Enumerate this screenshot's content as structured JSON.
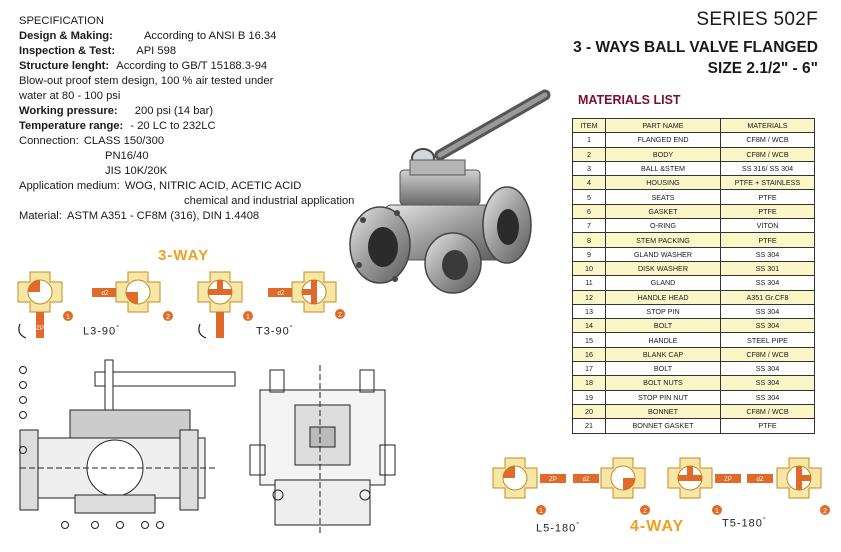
{
  "header": {
    "series": "SERIES 502F",
    "title_line1": "3 - WAYS BALL VALVE FLANGED",
    "title_line2": "SIZE 2.1/2\" - 6\""
  },
  "spec": {
    "heading": "SPECIFICATION",
    "design_label": "Design & Making:",
    "design_value": "According to ANSI B 16.34",
    "inspection_label": "Inspection & Test:",
    "inspection_value": "API 598",
    "structure_label": "Structure lenght:",
    "structure_value": "According to GB/T 15188.3-94",
    "blowout_line1": "Blow-out proof stem design, 100 % air tested under",
    "blowout_line2": "water at 80 - 100 psi",
    "pressure_label": "Working pressure:",
    "pressure_value": "200 psi (14 bar)",
    "temp_label": "Temperature range:",
    "temp_value": "- 20 LC to 232LC",
    "connection_label": "Connection:",
    "connection_value": "CLASS 150/300",
    "connection_line2": "PN16/40",
    "connection_line3": "JIS 10K/20K",
    "application_label": "Application medium:",
    "application_value": "WOG, NITRIC ACID, ACETIC ACID",
    "application_line2": "chemical and industrial application",
    "material_label": "Material:",
    "material_value": "ASTM A351 - CF8M (316), DIN 1.4408"
  },
  "materials": {
    "title": "MATERIALS LIST",
    "headers": [
      "ITEM",
      "PART NAME",
      "MATERIALS"
    ],
    "rows": [
      [
        "1",
        "FLANGED END",
        "CF8M / WCB"
      ],
      [
        "2",
        "BODY",
        "CF8M / WCB"
      ],
      [
        "3",
        "BALL &STEM",
        "SS 316/ SS 304"
      ],
      [
        "4",
        "HOUSING",
        "PTFE + STAINLESS"
      ],
      [
        "5",
        "SEATS",
        "PTFE"
      ],
      [
        "6",
        "GASKET",
        "PTFE"
      ],
      [
        "7",
        "O-RING",
        "VITON"
      ],
      [
        "8",
        "STEM PACKING",
        "PTFE"
      ],
      [
        "9",
        "GLAND WASHER",
        "SS 304"
      ],
      [
        "10",
        "DISK WASHER",
        "SS 301"
      ],
      [
        "11",
        "GLAND",
        "SS 304"
      ],
      [
        "12",
        "HANDLE HEAD",
        "A351 Gr.CF8"
      ],
      [
        "13",
        "STOP PIN",
        "SS 304"
      ],
      [
        "14",
        "BOLT",
        "SS 304"
      ],
      [
        "15",
        "HANDLE",
        "STEEL PIPE"
      ],
      [
        "16",
        "BLANK CAP",
        "CF8M / WCB"
      ],
      [
        "17",
        "BOLT",
        "SS 304"
      ],
      [
        "18",
        "BOLT NUTS",
        "SS 304"
      ],
      [
        "19",
        "STOP PIN NUT",
        "SS 304"
      ],
      [
        "20",
        "BONNET",
        "CF8M / WCB"
      ],
      [
        "21",
        "BONNET GASKET",
        "PTFE"
      ]
    ]
  },
  "diagrams": {
    "three_way": "3-WAY",
    "four_way": "4-WAY",
    "l3": "L3-90",
    "t3": "T3-90",
    "l5": "L5-180",
    "t5": "T5-180",
    "deg": "°",
    "zp": "ZP",
    "dz": "dZ",
    "n1": "1",
    "n2": "2"
  },
  "colors": {
    "accent_orange": "#f0a020",
    "port_orange": "#e06a2a",
    "valve_fill": "#f7e7a6",
    "materials_title": "#7a1030",
    "table_highlight": "#fbf6c8"
  }
}
